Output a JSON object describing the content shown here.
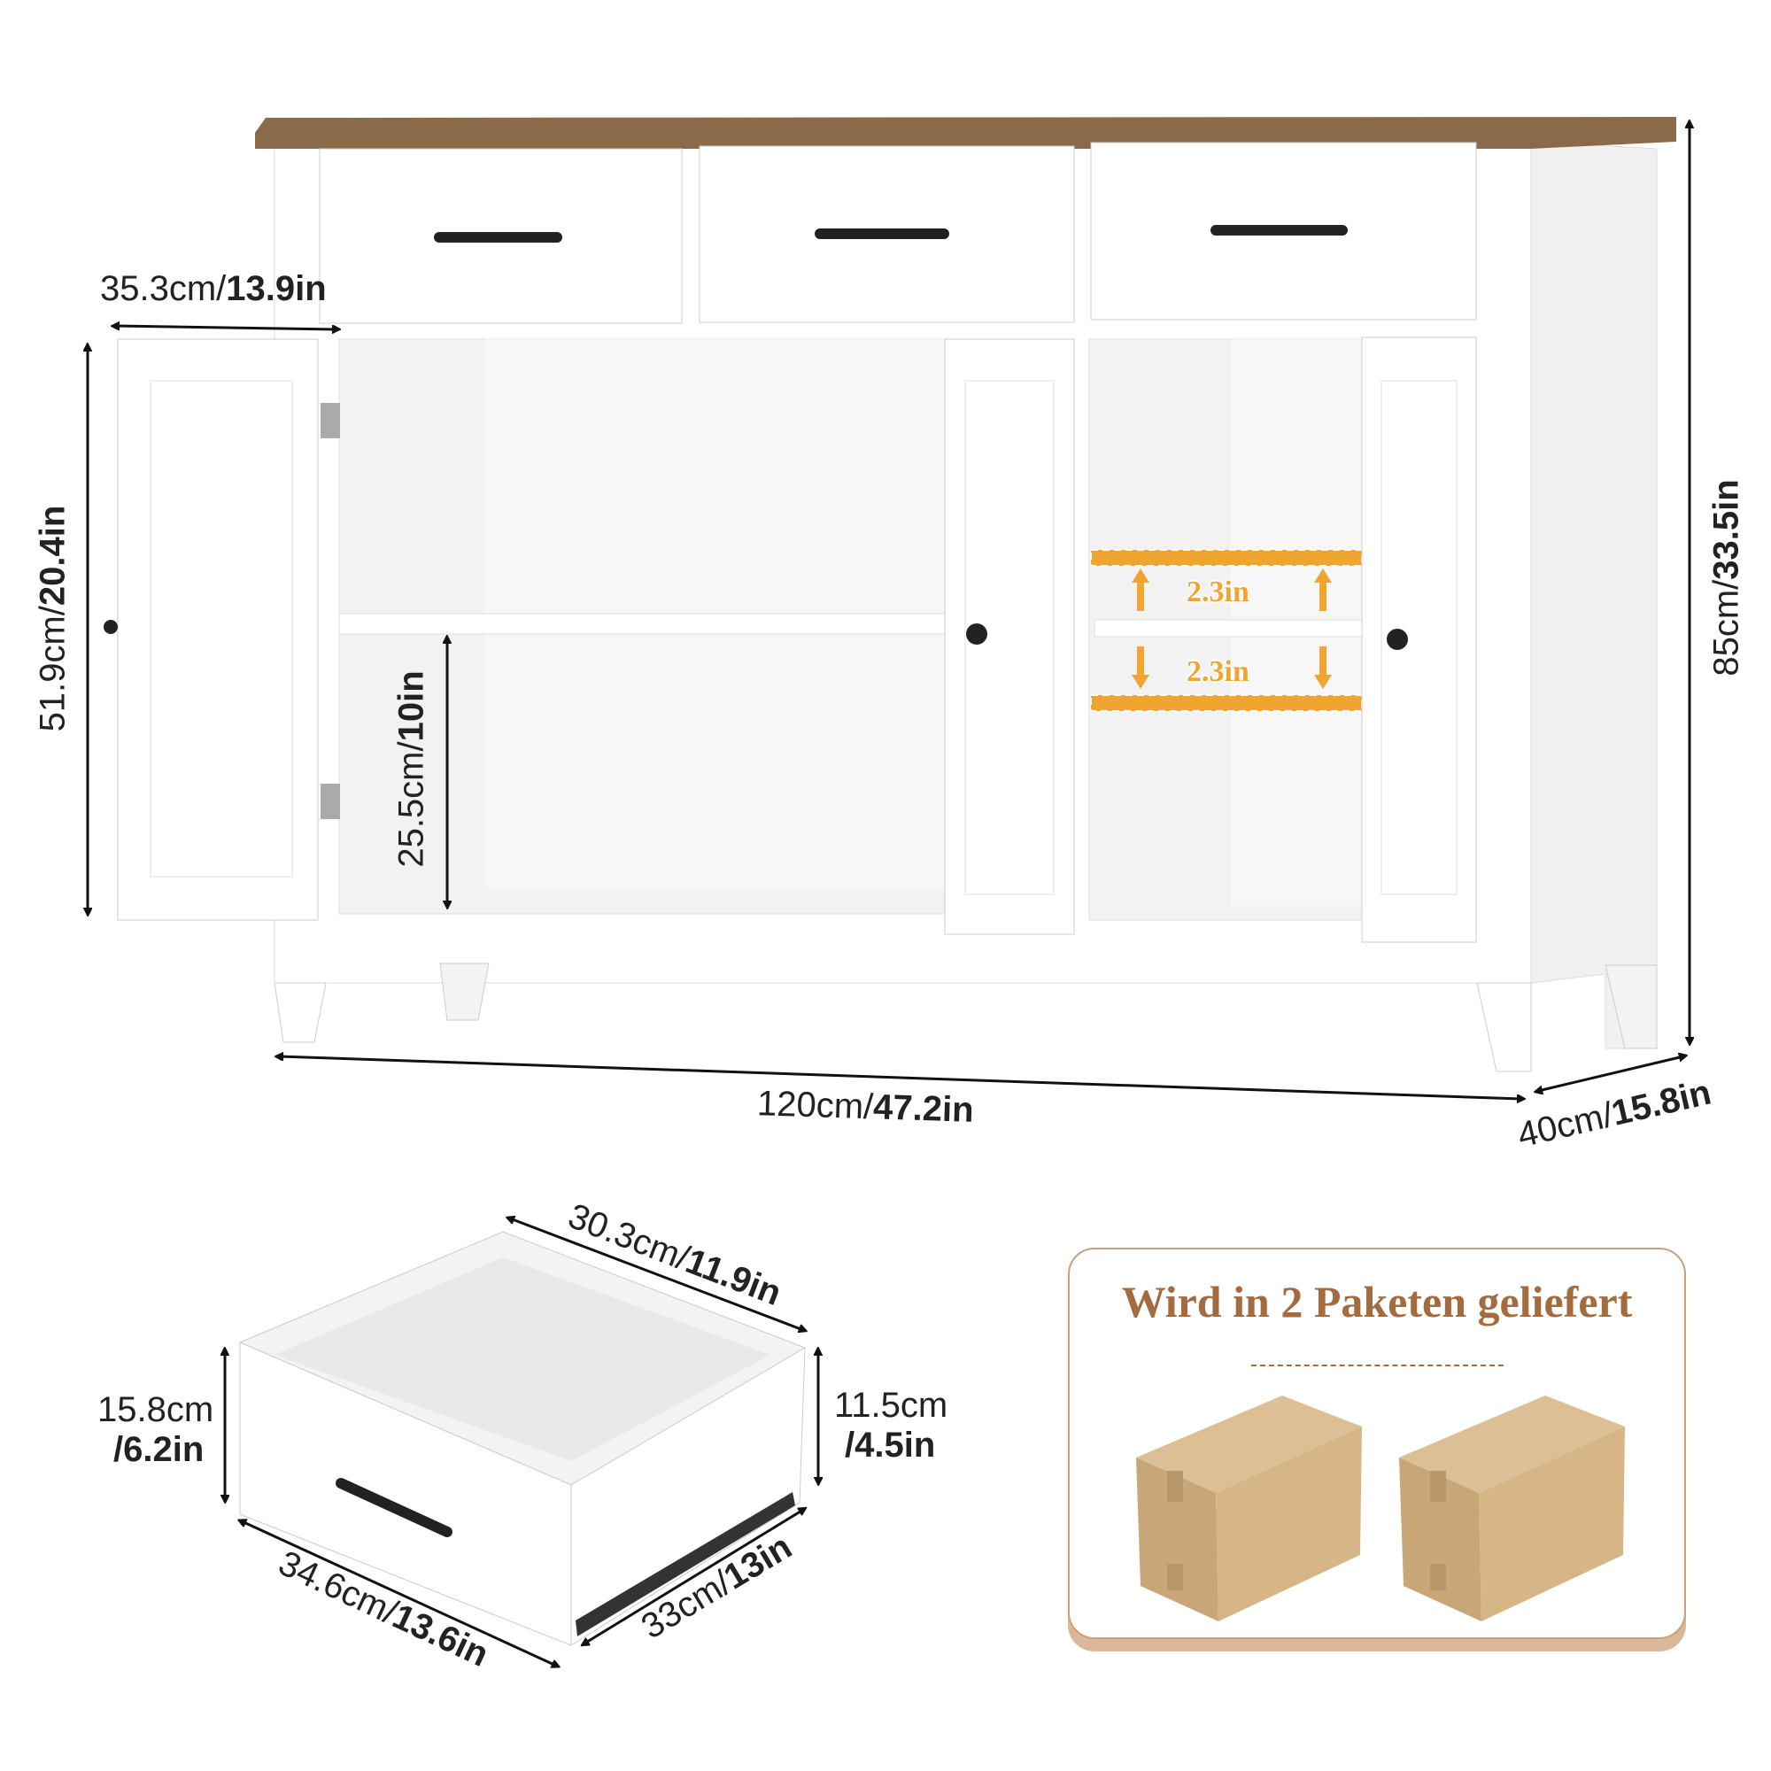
{
  "dimensions": {
    "drawer_opening_width": {
      "cm": "35.3cm/",
      "in": "13.9in"
    },
    "door_height": {
      "cm": "51.9cm/",
      "in": "20.4in"
    },
    "shelf_height": {
      "cm": "25.5cm/",
      "in": "10in"
    },
    "total_height": {
      "cm": "85cm/",
      "in": "33.5in"
    },
    "total_width": {
      "cm": "120cm/",
      "in": "47.2in"
    },
    "depth": {
      "cm": "40cm/",
      "in": "15.8in"
    },
    "shelf_adjust_up": "2.3in",
    "shelf_adjust_down": "2.3in"
  },
  "drawer": {
    "inner_depth": {
      "cm": "30.3cm/",
      "in": "11.9in"
    },
    "front_height": {
      "cm": "15.8cm",
      "in": "/6.2in"
    },
    "side_height": {
      "cm": "11.5cm",
      "in": "/4.5in"
    },
    "front_width": {
      "cm": "34.6cm/",
      "in": "13.6in"
    },
    "side_depth": {
      "cm": "33cm/",
      "in": "13in"
    }
  },
  "package": {
    "title": "Wird in 2 Paketen geliefert",
    "count": 2,
    "accent_color": "#a46c3e"
  },
  "colors": {
    "top_wood": "#8a6a48",
    "body": "#ffffff",
    "shelf_highlight": "#f0a530"
  }
}
